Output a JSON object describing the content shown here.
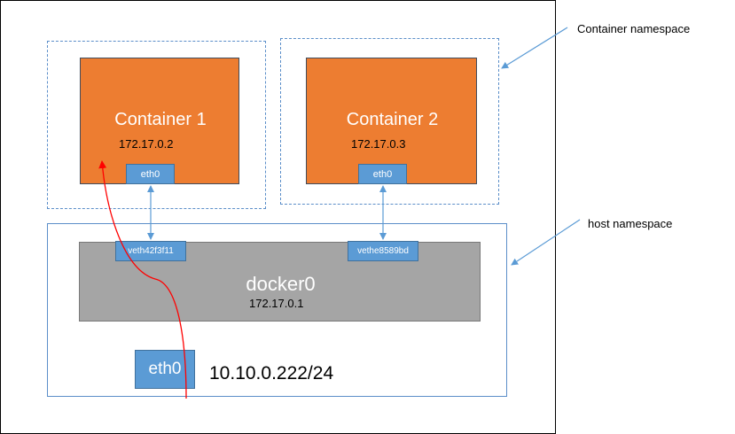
{
  "namespace_labels": {
    "container": "Container namespace",
    "host": "host namespace"
  },
  "containers": [
    {
      "title": "Container 1",
      "ip": "172.17.0.2",
      "interface": "eth0"
    },
    {
      "title": "Container 2",
      "ip": "172.17.0.3",
      "interface": "eth0"
    }
  ],
  "bridge": {
    "title": "docker0",
    "ip": "172.17.0.1",
    "veths": [
      "veth42f3f11",
      "vethe8589bd"
    ]
  },
  "host": {
    "interface": "eth0",
    "ip": "10.10.0.222/24"
  },
  "colors": {
    "container_fill": "#ed7d31",
    "interface_fill": "#5b9bd5",
    "bridge_fill": "#a5a5a5",
    "namespace_border": "#5b8ec9",
    "traffic_path": "#ff0000"
  }
}
